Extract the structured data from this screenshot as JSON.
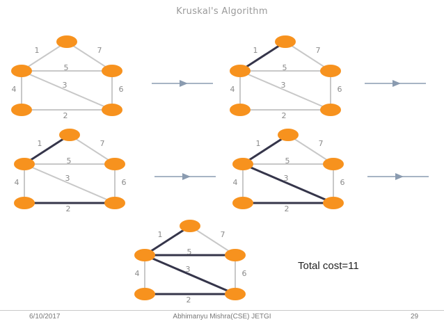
{
  "title": "Kruskal's Algorithm",
  "total_cost": "Total cost=11",
  "footer": {
    "date": "6/10/2017",
    "author": "Abhimanyu Mishra(CSE) JETGI",
    "page": "29"
  },
  "colors": {
    "node": "#f7921e",
    "edge_default": "#c8c8c8",
    "edge_selected": "#35354a",
    "arrow": "#8a9bb0",
    "label": "#8a8a8a"
  },
  "graph": {
    "edges": [
      {
        "id": "top-left",
        "from": "top",
        "to": "left",
        "weight": "1"
      },
      {
        "id": "top-right",
        "from": "top",
        "to": "right",
        "weight": "7"
      },
      {
        "id": "left-right",
        "from": "left",
        "to": "right",
        "weight": "5"
      },
      {
        "id": "left-bottomleft",
        "from": "left",
        "to": "bottomleft",
        "weight": "4"
      },
      {
        "id": "left-bottomright",
        "from": "left",
        "to": "bottomright",
        "weight": "3"
      },
      {
        "id": "right-bottomright",
        "from": "right",
        "to": "bottomright",
        "weight": "6"
      },
      {
        "id": "bottomleft-bottomright",
        "from": "bottomleft",
        "to": "bottomright",
        "weight": "2"
      }
    ]
  },
  "steps": [
    {
      "selected": []
    },
    {
      "selected": [
        "top-left"
      ]
    },
    {
      "selected": [
        "top-left",
        "bottomleft-bottomright"
      ]
    },
    {
      "selected": [
        "top-left",
        "bottomleft-bottomright",
        "left-bottomright"
      ]
    },
    {
      "selected": [
        "top-left",
        "bottomleft-bottomright",
        "left-bottomright",
        "left-right"
      ]
    }
  ]
}
